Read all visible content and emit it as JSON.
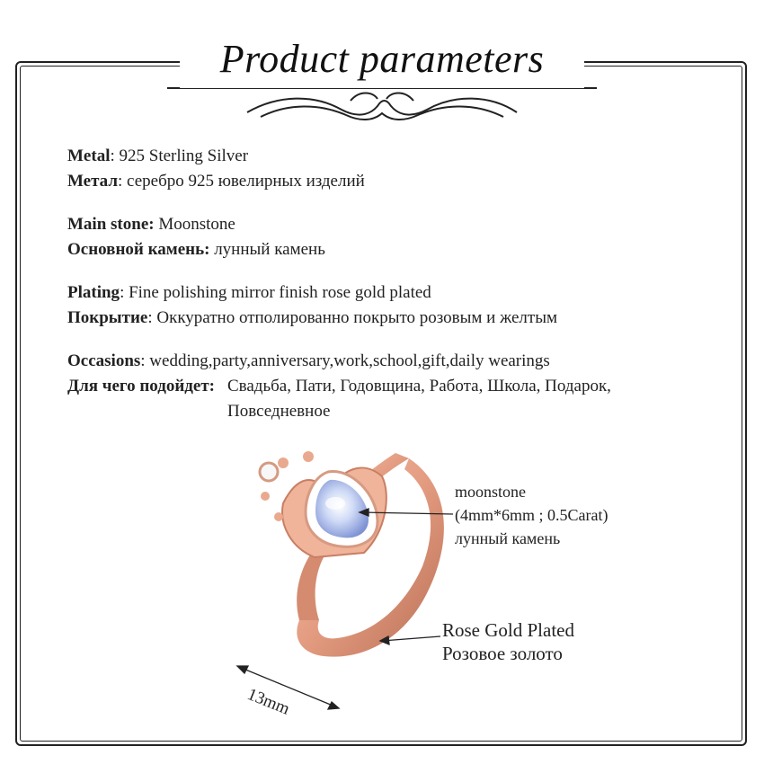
{
  "title": "Product parameters",
  "specs": {
    "metal": {
      "en_key": "Metal",
      "en_val": ": 925 Sterling Silver",
      "ru_key": "Метал",
      "ru_val": ": серебро 925 ювелирных изделий"
    },
    "stone": {
      "en_key": "Main stone:",
      "en_val": " Moonstone",
      "ru_key": "Основной камень:",
      "ru_val": " лунный камень"
    },
    "plating": {
      "en_key": "Plating",
      "en_val": ": Fine polishing mirror finish rose gold plated",
      "ru_key": "Покрытие",
      "ru_val": ": Оккуратно отполированно  покрыто розовым и желтым"
    },
    "occasions": {
      "en_key": "Occasions",
      "en_val": ": wedding,party,anniversary,work,school,gift,daily wearings",
      "ru_key": "Для чего подойдет:",
      "ru_val": "Свадьба, Пати, Годовщина, Работа, Школа, Подарок, Повседневное"
    }
  },
  "annotations": {
    "moonstone_en": "moonstone",
    "moonstone_size": "(4mm*6mm ; 0.5Carat)",
    "moonstone_ru": "лунный камень",
    "plated_en": "Rose Gold Plated",
    "plated_ru": "Розовое золото",
    "width": "13mm"
  },
  "colors": {
    "rose_gold": "#e8a38a",
    "rose_gold_dark": "#c97e63",
    "moonstone": "#b9c8ef",
    "frame": "#222222"
  }
}
